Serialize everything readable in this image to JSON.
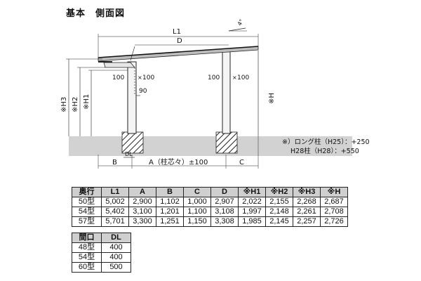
{
  "title": "基本　側面図",
  "diagram": {
    "labels": {
      "L1": "L1",
      "D": "D",
      "slope": "4°",
      "post1_size": "100",
      "post1_size2": "100",
      "post1_sym": "×",
      "post2_size": "100",
      "post2_size2": "100",
      "post2_sym": "×",
      "beam90": "90",
      "H3": "※H3",
      "H2": "※H2",
      "H1": "※H1",
      "H": "※H",
      "B": "B",
      "DL": "DL",
      "A": "A（柱芯々）±100",
      "C": "C"
    },
    "notes": {
      "long_post": "※）ロング柱（H25）：+250",
      "h28_post": "H28柱（H28）：+550"
    }
  },
  "dims_table": {
    "headers": [
      "奥行",
      "L1",
      "A",
      "B",
      "C",
      "D",
      "※H1",
      "※H2",
      "※H3",
      "※H"
    ],
    "rows": [
      [
        "50型",
        "5,002",
        "2,900",
        "1,102",
        "1,000",
        "2,907",
        "2,022",
        "2,155",
        "2,268",
        "2,687"
      ],
      [
        "54型",
        "5,402",
        "3,100",
        "1,201",
        "1,100",
        "3,108",
        "1,997",
        "2,148",
        "2,261",
        "2,708"
      ],
      [
        "57型",
        "5,701",
        "3,300",
        "1,251",
        "1,150",
        "3,308",
        "1,985",
        "2,145",
        "2,257",
        "2,726"
      ]
    ]
  },
  "width_table": {
    "headers": [
      "間口",
      "DL"
    ],
    "rows": [
      [
        "48型",
        "400"
      ],
      [
        "54型",
        "400"
      ],
      [
        "60型",
        "500"
      ]
    ]
  },
  "colors": {
    "ground": "#d2d2d2",
    "header_fill": "#cfcfcf",
    "line": "#222222"
  }
}
